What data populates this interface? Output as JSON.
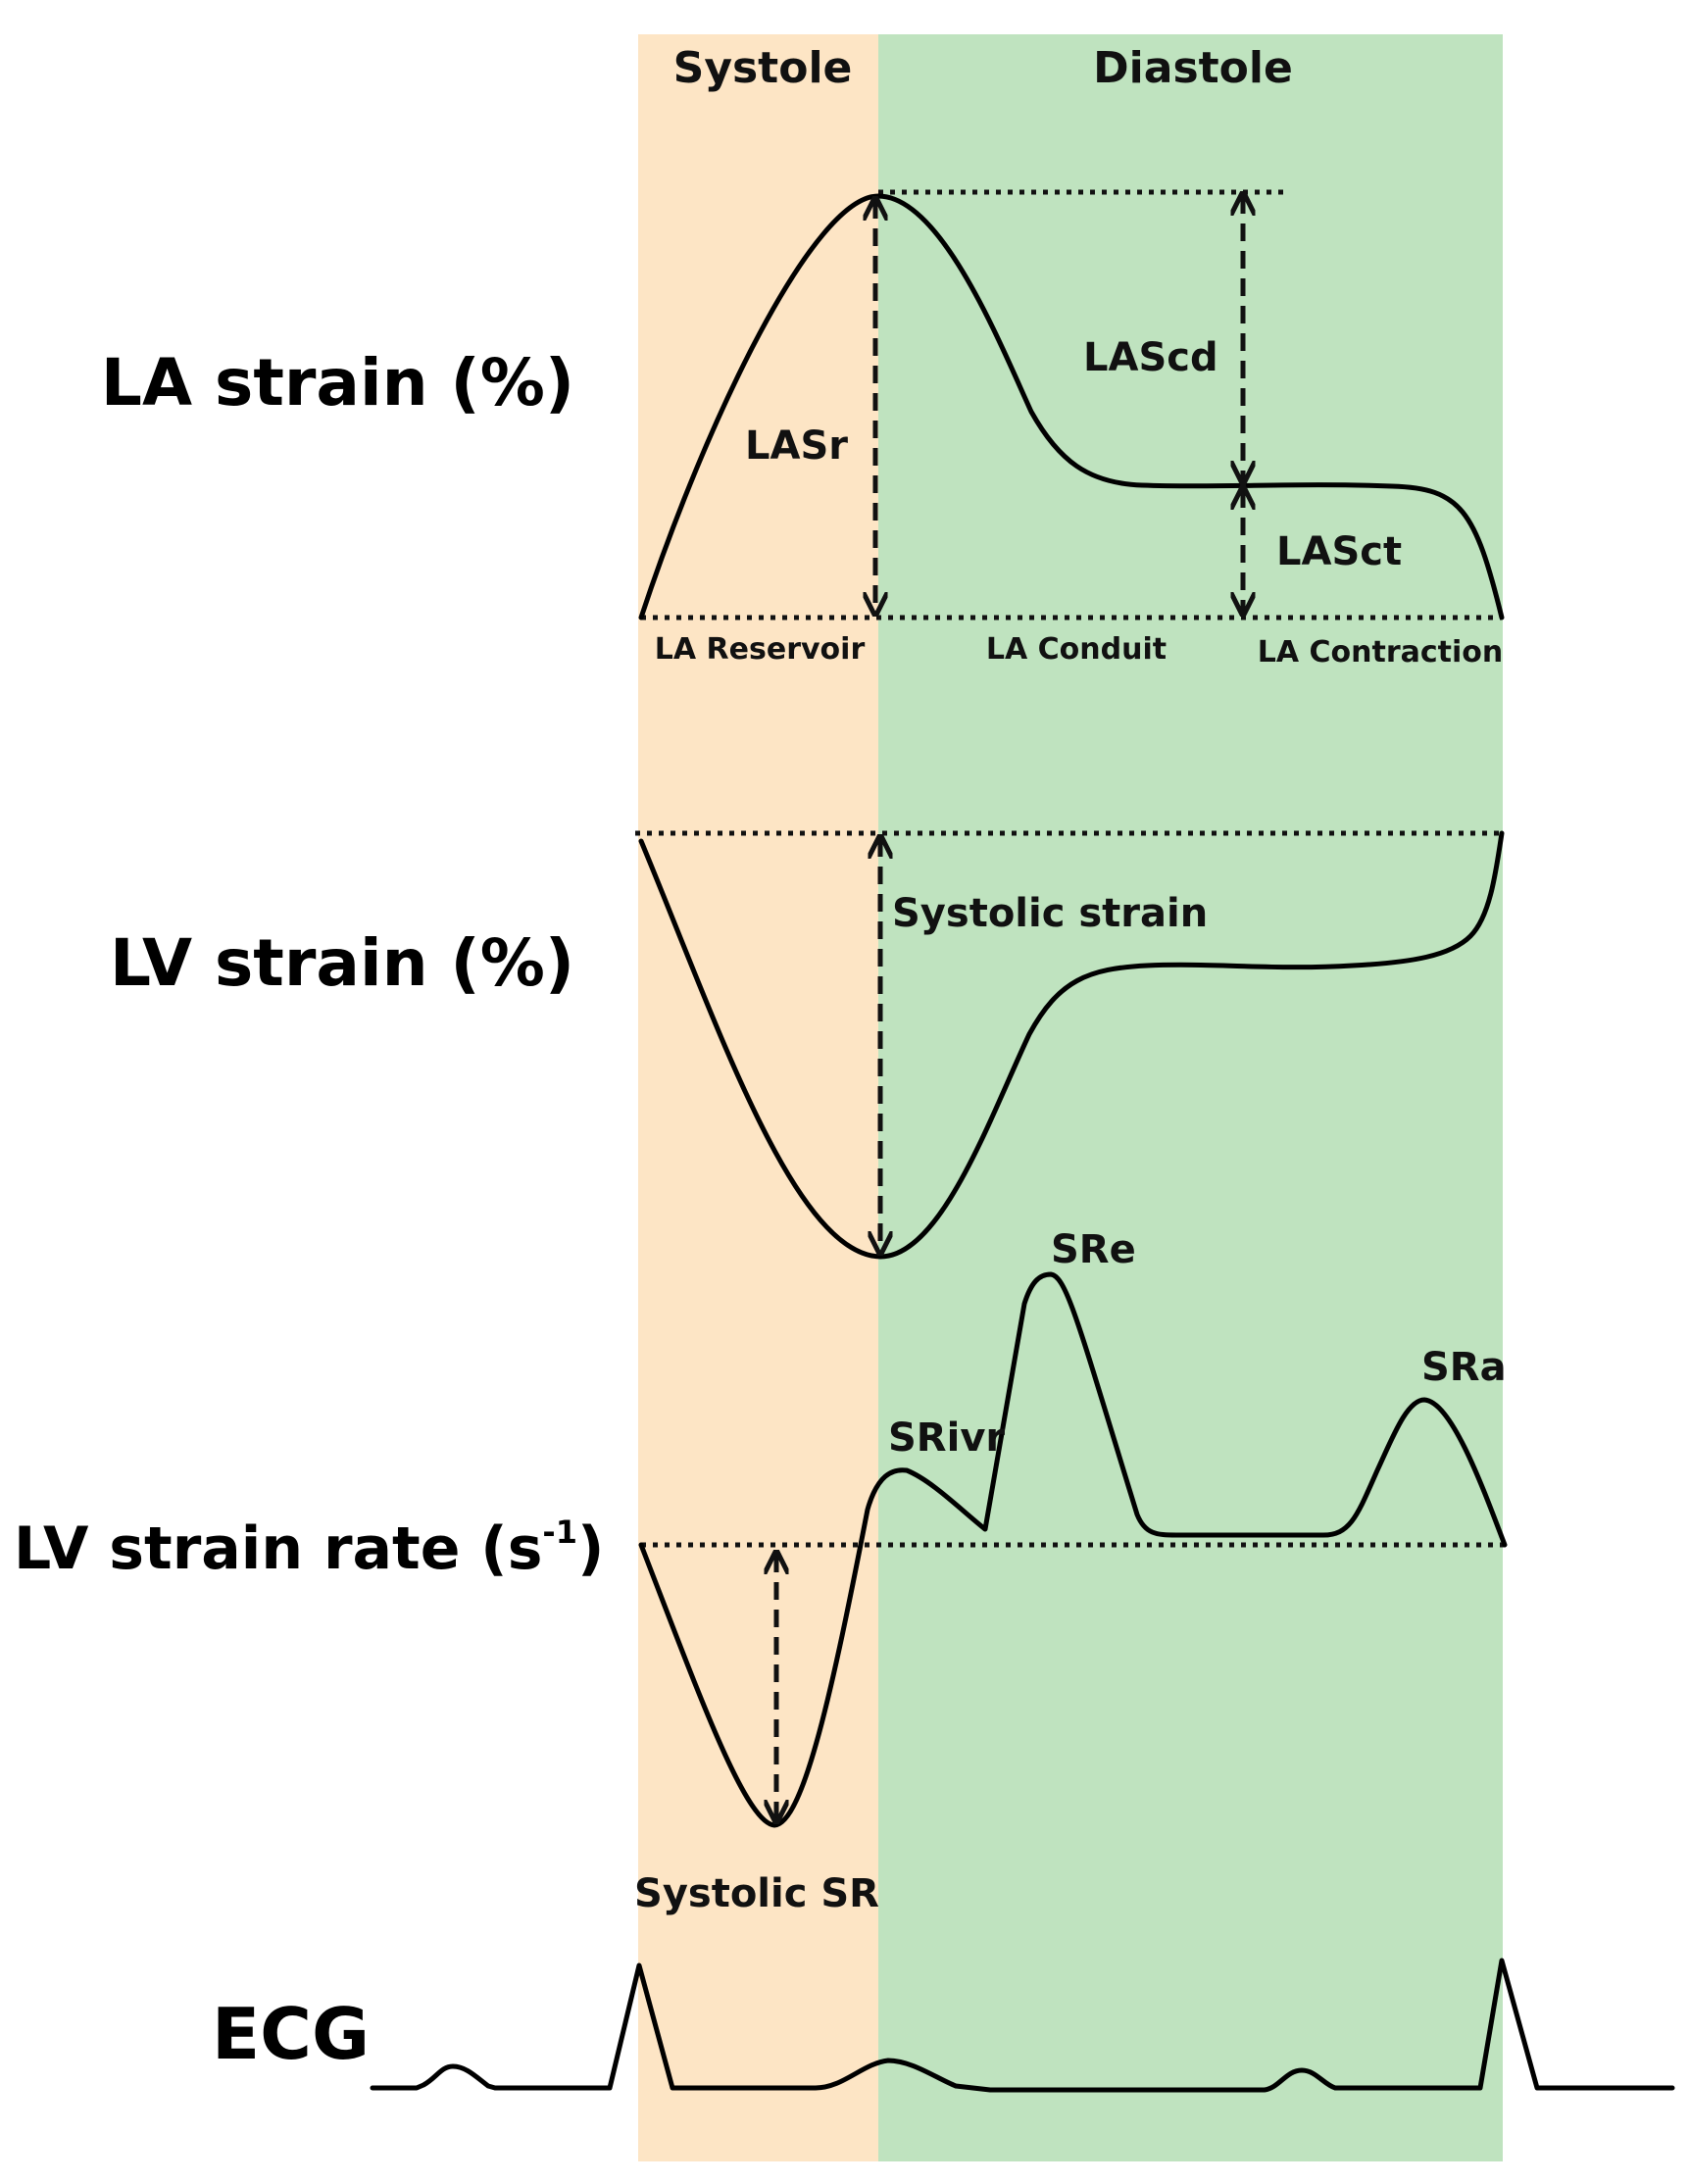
{
  "colors": {
    "systole_band": "#fde5c5",
    "diastole_band": "#bfe3bf",
    "line": "#000000",
    "text": "#111111"
  },
  "phases": {
    "systole": "Systole",
    "diastole": "Diastole"
  },
  "row_labels": {
    "la_strain": "LA strain (%)",
    "lv_strain": "LV strain (%)",
    "lv_strain_rate_prefix": "LV strain rate (s",
    "lv_strain_rate_superscript": "-1",
    "lv_strain_rate_suffix": ")",
    "ecg": "ECG"
  },
  "la_strain": {
    "lasr": "LASr",
    "lascd": "LAScd",
    "lasct": "LASct",
    "reservoir": "LA Reservoir",
    "conduit": "LA Conduit",
    "contraction": "LA Contraction"
  },
  "lv_strain": {
    "systolic_strain": "Systolic strain"
  },
  "lv_strain_rate": {
    "srivr": "SRivr",
    "sre": "SRe",
    "sra": "SRa",
    "systolic_sr": "Systolic SR"
  }
}
